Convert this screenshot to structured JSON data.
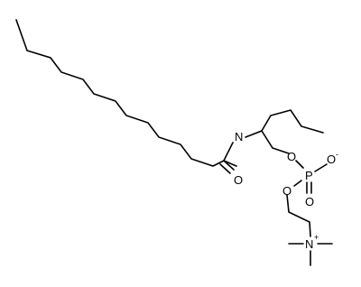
{
  "diagram": {
    "labels": {
      "amide_nitrogen": "N",
      "carbonyl_oxygen": "O",
      "ester_oxygen_1": "O",
      "phosphorus": "P",
      "phosphoryl_oxygen": "O",
      "anionic_oxygen": "O",
      "anionic_charge": "-",
      "ester_oxygen_2": "O",
      "ammonium_nitrogen": "N",
      "ammonium_charge": "+"
    },
    "colors": {
      "bond": "#000000",
      "text": "#000000",
      "background": "#ffffff"
    }
  }
}
